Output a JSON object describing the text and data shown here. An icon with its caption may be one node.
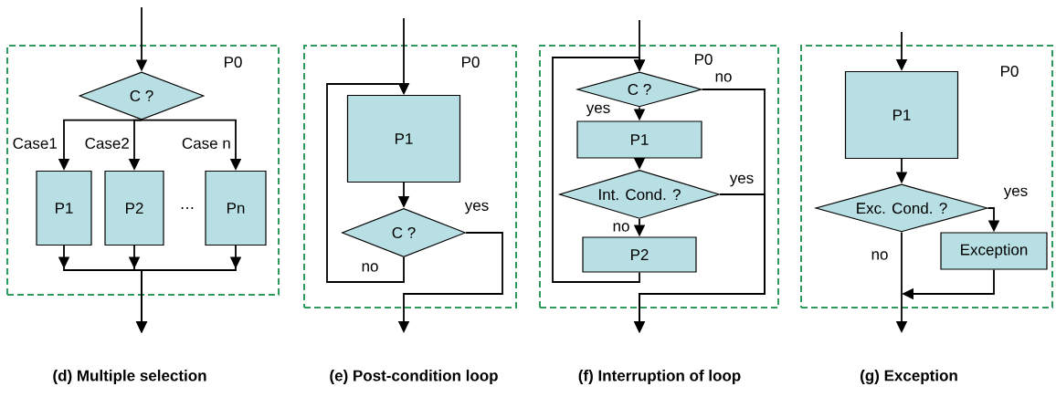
{
  "diagram": {
    "nodes": [
      {
        "text": [
          "P0"
        ]
      },
      {
        "text": [
          "C ?"
        ],
        "in": 0
      },
      {
        "text": [
          "P1"
        ],
        "in": 0
      },
      {
        "text": [
          "P2"
        ],
        "in": 0
      },
      {
        "text": [
          "Pn"
        ],
        "in": 0
      },
      {
        "text": [
          "P0"
        ]
      },
      {
        "text": [
          "P1"
        ],
        "in": 5
      },
      {
        "text": [
          "C ?"
        ],
        "in": 5
      },
      {
        "text": [
          "P0"
        ]
      },
      {
        "text": [
          "C ?"
        ],
        "in": 8
      },
      {
        "text": [
          "P1"
        ],
        "in": 8
      },
      {
        "text": [
          "Int. Cond. ?"
        ],
        "in": 8
      },
      {
        "text": [
          "P2"
        ],
        "in": 8
      },
      {
        "text": [
          "P0"
        ]
      },
      {
        "text": [
          "P1"
        ],
        "in": 13
      },
      {
        "text": [
          "Exc. Cond. ?"
        ],
        "in": 13
      },
      {
        "text": [
          "Exception"
        ],
        "in": 13
      }
    ],
    "edges": [
      {
        "from": null,
        "to": 1,
        "arrow": "to"
      },
      {
        "from": 1,
        "to": 2,
        "arrow": "to",
        "label": "Case1"
      },
      {
        "from": 1,
        "to": 3,
        "arrow": "to",
        "label": "Case2"
      },
      {
        "from": 1,
        "to": 4,
        "arrow": "to",
        "label": "Case n"
      },
      {
        "from": 2,
        "to": null,
        "arrow": "to"
      },
      {
        "from": 3,
        "to": null,
        "arrow": "to"
      },
      {
        "from": 4,
        "to": null,
        "arrow": "to"
      },
      {
        "from": null,
        "to": 6,
        "arrow": "to"
      },
      {
        "from": 6,
        "to": 7,
        "arrow": "to"
      },
      {
        "from": 7,
        "to": 6,
        "arrow": "to",
        "label": "no"
      },
      {
        "from": 7,
        "to": null,
        "arrow": "to",
        "label": "yes"
      },
      {
        "from": null,
        "to": 9,
        "arrow": "to"
      },
      {
        "from": 9,
        "to": 10,
        "arrow": "to",
        "label": "yes"
      },
      {
        "from": 10,
        "to": 11,
        "arrow": "to"
      },
      {
        "from": 11,
        "to": 12,
        "arrow": "to",
        "label": "no"
      },
      {
        "from": 12,
        "to": 9,
        "arrow": "to"
      },
      {
        "from": 9,
        "to": null,
        "arrow": "to",
        "label": "no"
      },
      {
        "from": 11,
        "to": null,
        "arrow": "to",
        "label": "yes"
      },
      {
        "from": null,
        "to": 14,
        "arrow": "to"
      },
      {
        "from": 14,
        "to": 15,
        "arrow": "to"
      },
      {
        "from": 15,
        "to": 16,
        "arrow": "to",
        "label": "yes"
      },
      {
        "from": 15,
        "to": null,
        "arrow": "to",
        "label": "no"
      },
      {
        "from": 16,
        "to": null,
        "arrow": "to"
      }
    ],
    "labels": [
      "…",
      "(d) Multiple selection",
      "(e) Post-condition loop",
      "(f) Interruption of loop",
      "(g) Exception"
    ]
  }
}
